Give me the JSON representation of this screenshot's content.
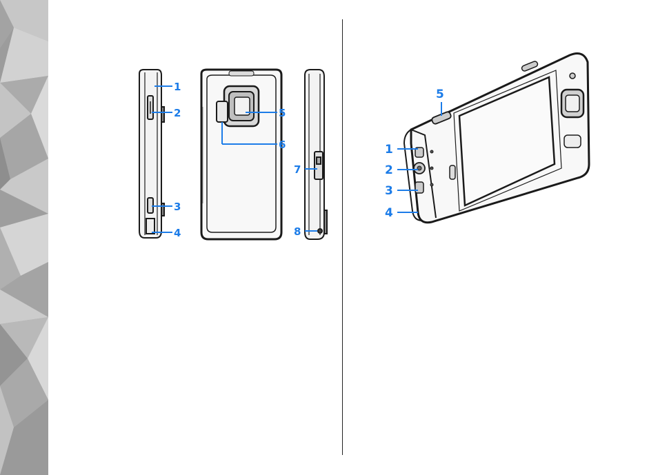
{
  "colors": {
    "callout": "#1c7ce8",
    "device_outline": "#1a1a1a",
    "divider": "#222222",
    "sidebar_base": "#b9b9b9"
  },
  "left_figure": {
    "callouts": [
      "1",
      "2",
      "3",
      "4",
      "5",
      "6",
      "7",
      "8"
    ]
  },
  "right_figure": {
    "callouts": [
      "1",
      "2",
      "3",
      "4",
      "5"
    ]
  }
}
